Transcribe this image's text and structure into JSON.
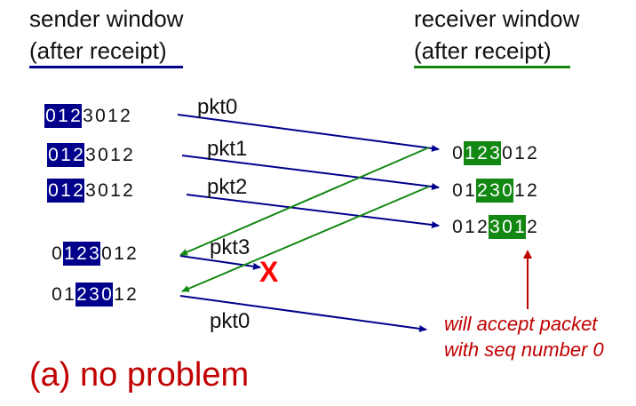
{
  "sender_title": [
    "sender window",
    "(after receipt)"
  ],
  "receiver_title": [
    "receiver window",
    "(after receipt)"
  ],
  "colors": {
    "sender": "#00008b",
    "receiver": "#128812",
    "alert": "#c00000",
    "loss": "#ff0000"
  },
  "sender_windows": [
    {
      "digits": [
        "0",
        "1",
        "2",
        "3",
        "0",
        "1",
        "2"
      ],
      "window_start": 0
    },
    {
      "digits": [
        "0",
        "1",
        "2",
        "3",
        "0",
        "1",
        "2"
      ],
      "window_start": 0
    },
    {
      "digits": [
        "0",
        "1",
        "2",
        "3",
        "0",
        "1",
        "2"
      ],
      "window_start": 0
    },
    {
      "digits": [
        "0",
        "1",
        "2",
        "3",
        "0",
        "1",
        "2"
      ],
      "window_start": 1
    },
    {
      "digits": [
        "0",
        "1",
        "2",
        "3",
        "0",
        "1",
        "2"
      ],
      "window_start": 2
    }
  ],
  "receiver_windows": [
    {
      "digits": [
        "0",
        "1",
        "2",
        "3",
        "0",
        "1",
        "2"
      ],
      "window_start": 1
    },
    {
      "digits": [
        "0",
        "1",
        "2",
        "3",
        "0",
        "1",
        "2"
      ],
      "window_start": 2
    },
    {
      "digits": [
        "0",
        "1",
        "2",
        "3",
        "0",
        "1",
        "2"
      ],
      "window_start": 3
    }
  ],
  "packets": [
    "pkt0",
    "pkt1",
    "pkt2",
    "pkt3",
    "pkt0"
  ],
  "loss_marker": "X",
  "note": [
    "will accept packet",
    "with seq number 0"
  ],
  "caption": "(a) no problem"
}
